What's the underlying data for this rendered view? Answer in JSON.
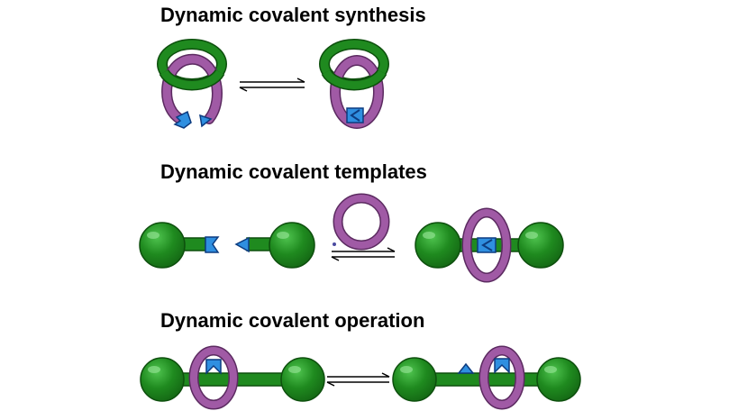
{
  "sections": [
    {
      "title": "Dynamic covalent synthesis"
    },
    {
      "title": "Dynamic covalent templates"
    },
    {
      "title": "Dynamic covalent operation"
    }
  ],
  "colors": {
    "green_fill": "#1f8a1f",
    "green_dark": "#0d4f0d",
    "purple_fill": "#a05aa5",
    "purple_dark": "#5b2a60",
    "blue_fill": "#2f8fe0",
    "blue_dark": "#0d3c80",
    "arrow": "#000000"
  }
}
